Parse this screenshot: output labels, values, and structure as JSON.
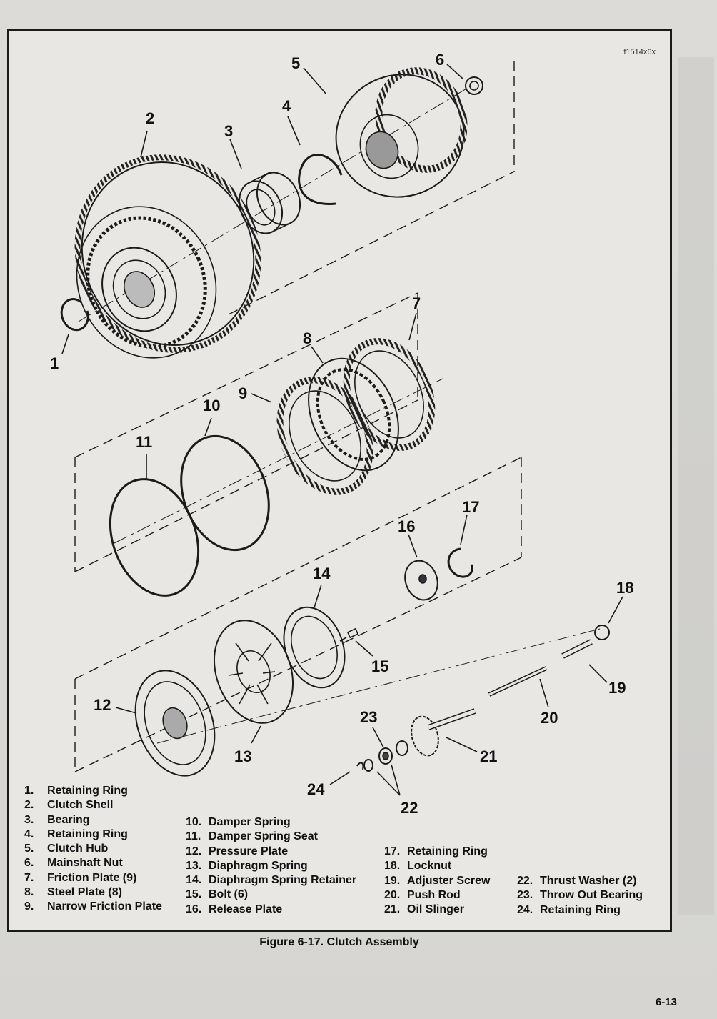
{
  "figure": {
    "code": "f1514x6x",
    "caption": "Figure 6-17. Clutch Assembly",
    "page_number": "6-13"
  },
  "callouts": [
    "1",
    "2",
    "3",
    "4",
    "5",
    "6",
    "7",
    "8",
    "9",
    "10",
    "11",
    "12",
    "13",
    "14",
    "15",
    "16",
    "17",
    "18",
    "19",
    "20",
    "21",
    "22",
    "23",
    "24"
  ],
  "legend": [
    {
      "num": "1.",
      "label": "Retaining Ring"
    },
    {
      "num": "2.",
      "label": "Clutch Shell"
    },
    {
      "num": "3.",
      "label": "Bearing"
    },
    {
      "num": "4.",
      "label": "Retaining Ring"
    },
    {
      "num": "5.",
      "label": "Clutch Hub"
    },
    {
      "num": "6.",
      "label": "Mainshaft Nut"
    },
    {
      "num": "7.",
      "label": "Friction Plate (9)"
    },
    {
      "num": "8.",
      "label": "Steel Plate (8)"
    },
    {
      "num": "9.",
      "label": "Narrow Friction Plate"
    },
    {
      "num": "10.",
      "label": "Damper Spring"
    },
    {
      "num": "11.",
      "label": "Damper Spring Seat"
    },
    {
      "num": "12.",
      "label": "Pressure Plate"
    },
    {
      "num": "13.",
      "label": "Diaphragm Spring"
    },
    {
      "num": "14.",
      "label": "Diaphragm Spring Retainer"
    },
    {
      "num": "15.",
      "label": "Bolt (6)"
    },
    {
      "num": "16.",
      "label": "Release Plate"
    },
    {
      "num": "17.",
      "label": "Retaining Ring"
    },
    {
      "num": "18.",
      "label": "Locknut"
    },
    {
      "num": "19.",
      "label": "Adjuster Screw"
    },
    {
      "num": "20.",
      "label": "Push Rod"
    },
    {
      "num": "21.",
      "label": "Oil Slinger"
    },
    {
      "num": "22.",
      "label": "Thrust Washer (2)"
    },
    {
      "num": "23.",
      "label": "Throw Out Bearing"
    },
    {
      "num": "24.",
      "label": "Retaining Ring"
    }
  ]
}
